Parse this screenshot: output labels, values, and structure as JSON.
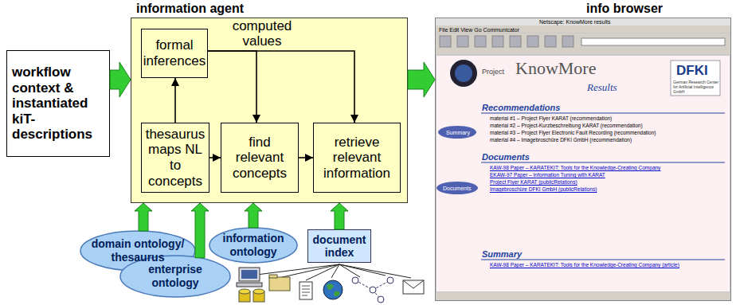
{
  "diagram": {
    "nodes": [
      {
        "text": [
          "workflow context & instantiated kiT-descriptions"
        ]
      },
      {
        "text": [
          "information agent"
        ]
      },
      {
        "text": [
          "formal inferences"
        ],
        "in": 1
      },
      {
        "text": [
          "thesaurus maps NL to concepts"
        ],
        "in": 1
      },
      {
        "text": [
          "find relevant concepts"
        ],
        "in": 1
      },
      {
        "text": [
          "retrieve relevant information"
        ],
        "in": 1
      },
      {
        "text": [
          "info browser"
        ]
      },
      {
        "text": [
          "domain ontology/ thesaurus"
        ]
      },
      {
        "text": [
          "information ontology"
        ]
      },
      {
        "text": [
          "enterprise ontology"
        ]
      },
      {
        "text": [
          "document index"
        ]
      }
    ],
    "edges": [
      {
        "from": 0,
        "to": 1,
        "arrow": "to"
      },
      {
        "from": 3,
        "to": 2,
        "arrow": "to"
      },
      {
        "from": 3,
        "to": 4,
        "arrow": "to"
      },
      {
        "from": 4,
        "to": 5,
        "arrow": "to"
      },
      {
        "from": 2,
        "to": 4,
        "label": "computed values",
        "arrow": "to"
      },
      {
        "from": 2,
        "to": 5,
        "arrow": "to"
      },
      {
        "from": 1,
        "to": 6,
        "arrow": "to"
      },
      {
        "from": 7,
        "to": 1,
        "arrow": "to"
      },
      {
        "from": 9,
        "to": 1,
        "arrow": "to"
      },
      {
        "from": 8,
        "to": 1,
        "arrow": "to"
      },
      {
        "from": 10,
        "to": 1,
        "arrow": "to"
      }
    ],
    "labels": [
      "Netscape: KnowMore results",
      "File Edit View Go Communicator",
      "Project",
      "KnowMore",
      "Results",
      "DFKI",
      "German Research Center for Artificial Intelligence GmbH",
      "Recommendations",
      "material #1 – Project Flyer KARAT (recommendation)",
      "material #2 – Project-Kurzbeschreibung KARAT (recommendation)",
      "material #3 – Project Flyer Electronic Fault Recording (recommendation)",
      "material #4 – Imagebroschüre DFKI GmbH (recommendation)",
      "Summary",
      "Documents",
      "KAW-98 Paper – KARATEKIT: Tools for the Knowledge-Creating Company",
      "EKAW-97 Paper – Information Tuning with KARAT",
      "Project Flyer KARAT (publicRelations)",
      "Imagebroschüre DFKI GmbH (publicRelations)",
      "Documents",
      "Summary",
      "KAW-98 Paper – KARATEKIT: Tools for the Knowledge-Creating Company (article)"
    ]
  }
}
